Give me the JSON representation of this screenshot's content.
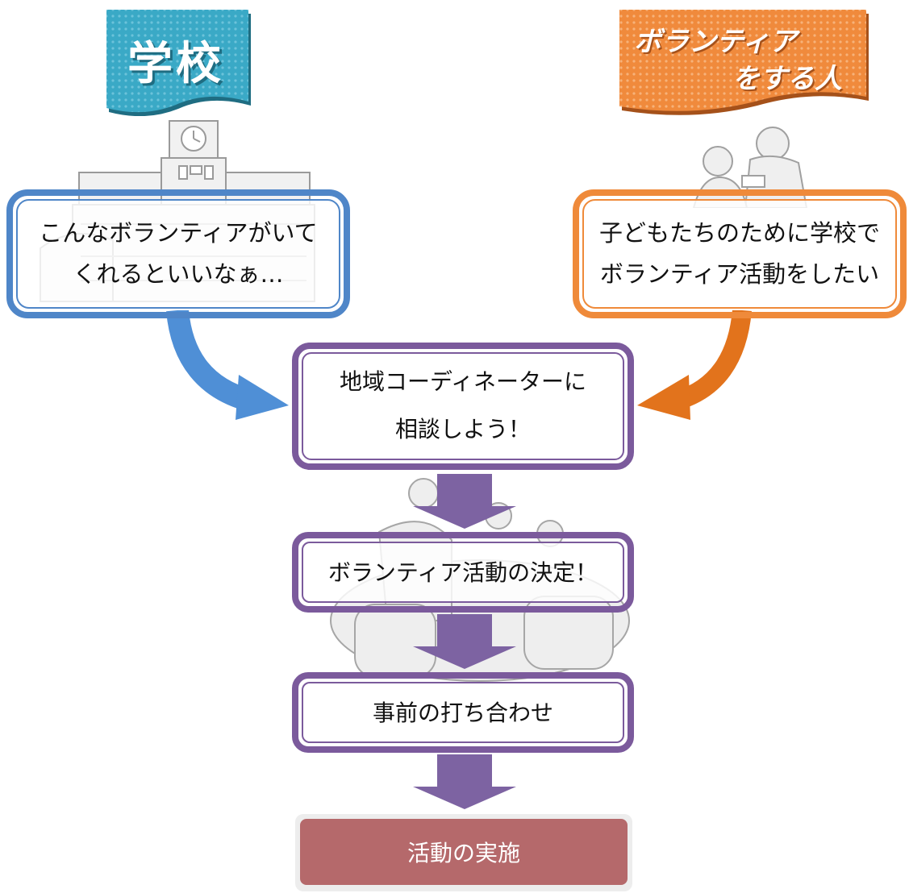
{
  "banners": {
    "school": {
      "text": "学校",
      "color": "#3aa9c6"
    },
    "volunteer": {
      "line1": "ボランティア",
      "line2": "をする人",
      "color": "#f08a3c"
    }
  },
  "boxes": {
    "school_wish": {
      "text": "こんなボランティアがいて\nくれるといいなぁ…",
      "border": "#4f86c8"
    },
    "volunteer_wish": {
      "text": "子どもたちのために学校で\nボランティア活動をしたい",
      "border": "#ef8a3a"
    },
    "consult": {
      "text": "地域コーディネーターに\n相談しよう！",
      "border": "#7b5a9c"
    },
    "decide": {
      "text": "ボランティア活動の決定！",
      "border": "#7b5a9c"
    },
    "meeting": {
      "text": "事前の打ち合わせ",
      "border": "#7b5a9c"
    },
    "implement": {
      "text": "活動の実施",
      "fill": "#b5696b"
    }
  },
  "arrows": {
    "left_curve": "#4f8fd6",
    "right_curve": "#e2731c",
    "down": "#7d63a2"
  },
  "illustrations": [
    "school-building-icon",
    "volunteers-icon",
    "meeting-group-icon"
  ]
}
